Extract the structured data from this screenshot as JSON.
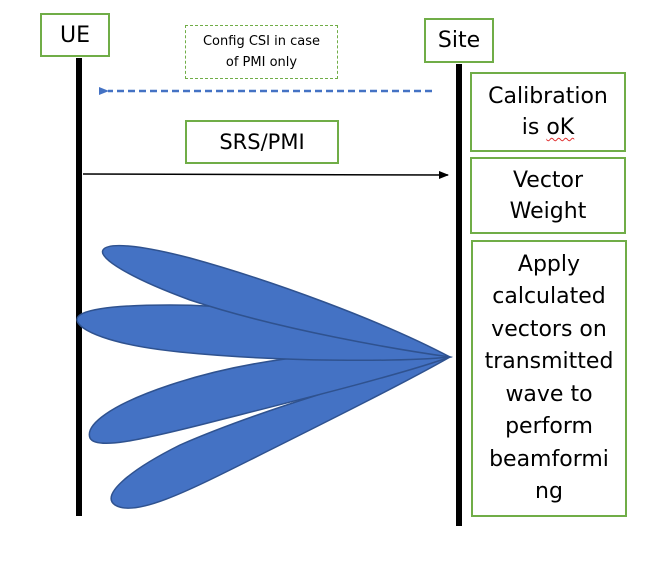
{
  "actors": {
    "ue": "UE",
    "site": "Site"
  },
  "messages": {
    "config_csi": "Config CSI in case\nof PMI only",
    "srs_pmi": "SRS/PMI"
  },
  "steps": {
    "calibration_line1": "Calibration",
    "calibration_line2_prefix": "is ",
    "calibration_line2_squiggle": "oK",
    "vector_weight": "Vector\nWeight",
    "apply_vectors": "Apply\ncalculated\nvectors on\ntransmitted\nwave to\nperform\nbeamformi\nng"
  },
  "colors": {
    "box_border": "#70ad47",
    "beam_fill": "#4472c4",
    "beam_stroke": "#2f528f",
    "dashed_arrow": "#4472c4",
    "solid_arrow": "#000000"
  }
}
